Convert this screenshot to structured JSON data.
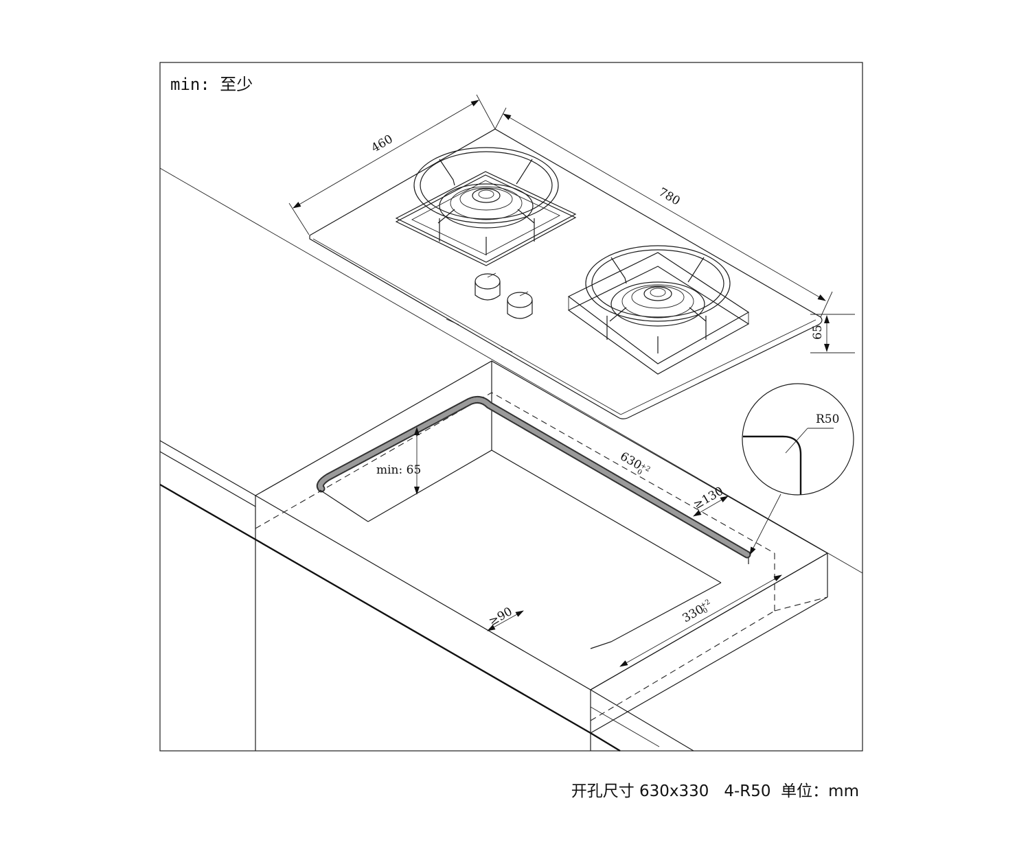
{
  "note": "min: 至少",
  "dimensions": {
    "depth": "460",
    "width": "780",
    "height": "65",
    "cutout_length": "630",
    "cutout_length_tol_upper": "+2",
    "cutout_length_tol_lower": "0",
    "cutout_width": "330",
    "cutout_width_tol_upper": "+2",
    "cutout_width_tol_lower": "0",
    "back_clearance": "≥130",
    "front_clearance": "≥90",
    "min_thickness": "min: 65",
    "corner_radius": "R50"
  },
  "caption": "开孔尺寸 630x330   4-R50  单位：mm"
}
